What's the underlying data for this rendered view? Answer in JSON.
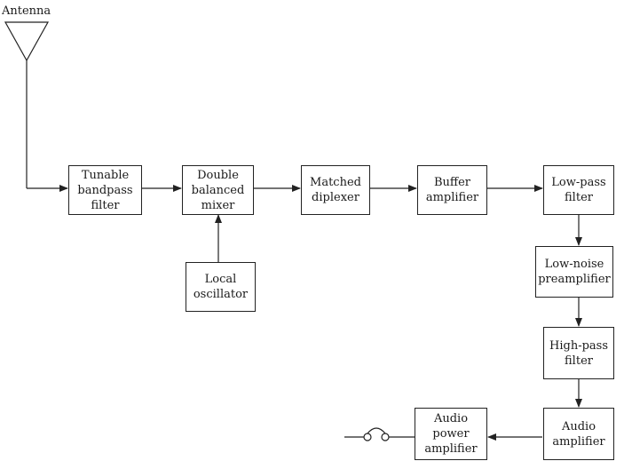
{
  "antenna": {
    "label": "Antenna"
  },
  "blocks": {
    "tunable_bandpass_filter": [
      "Tunable",
      "bandpass",
      "filter"
    ],
    "double_balanced_mixer": [
      "Double",
      "balanced",
      "mixer"
    ],
    "matched_diplexer": [
      "Matched",
      "diplexer"
    ],
    "buffer_amplifier": [
      "Buffer",
      "amplifier"
    ],
    "low_pass_filter": [
      "Low-pass",
      "filter"
    ],
    "local_oscillator": [
      "Local",
      "oscillator"
    ],
    "low_noise_preamplifier": [
      "Low-noise",
      "preamplifier"
    ],
    "high_pass_filter": [
      "High-pass",
      "filter"
    ],
    "audio_amplifier": [
      "Audio",
      "amplifier"
    ],
    "audio_power_amplifier": [
      "Audio",
      "power",
      "amplifier"
    ]
  },
  "colors": {
    "stroke": "#222222",
    "background": "#ffffff"
  },
  "icons": {
    "antenna": "antenna-icon",
    "output": "headphone-jack-icon"
  }
}
